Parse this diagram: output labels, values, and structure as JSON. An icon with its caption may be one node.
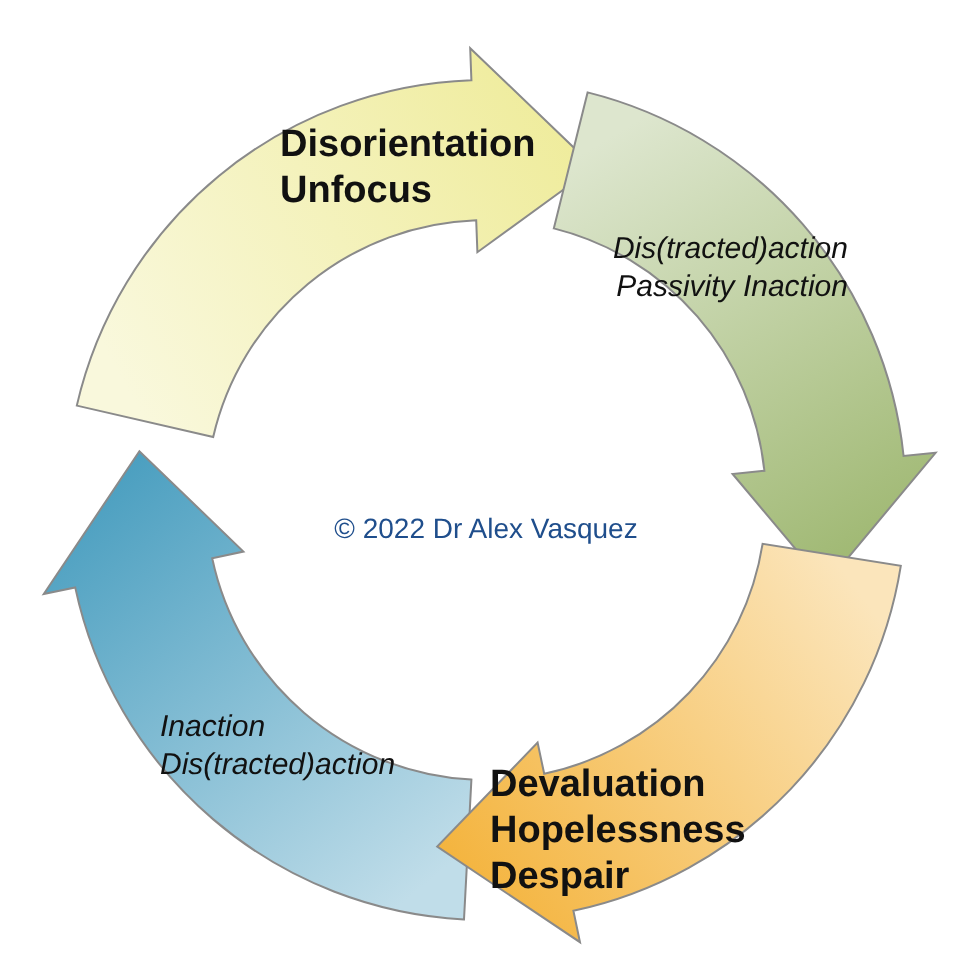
{
  "diagram": {
    "nodes": [
      {
        "text": [
          "Disorientation Unfocus"
        ]
      },
      {
        "text": [
          "Dis(tracted)action Passivity Inaction"
        ]
      },
      {
        "text": [
          "Devaluation Hopelessness Despair"
        ]
      },
      {
        "text": [
          "Inaction Dis(tracted)action"
        ]
      }
    ],
    "edges": [
      {
        "from": 3,
        "to": 1,
        "arrow": "to",
        "color": "#efec9c"
      },
      {
        "from": 0,
        "to": 2,
        "arrow": "to",
        "color": "#9fb872"
      },
      {
        "from": 1,
        "to": 3,
        "arrow": "to",
        "color": "#f4b43e"
      },
      {
        "from": 2,
        "to": 0,
        "arrow": "to",
        "color": "#4b9fc0"
      }
    ],
    "labels": [
      "© 2022 Dr Alex Vasquez"
    ]
  }
}
